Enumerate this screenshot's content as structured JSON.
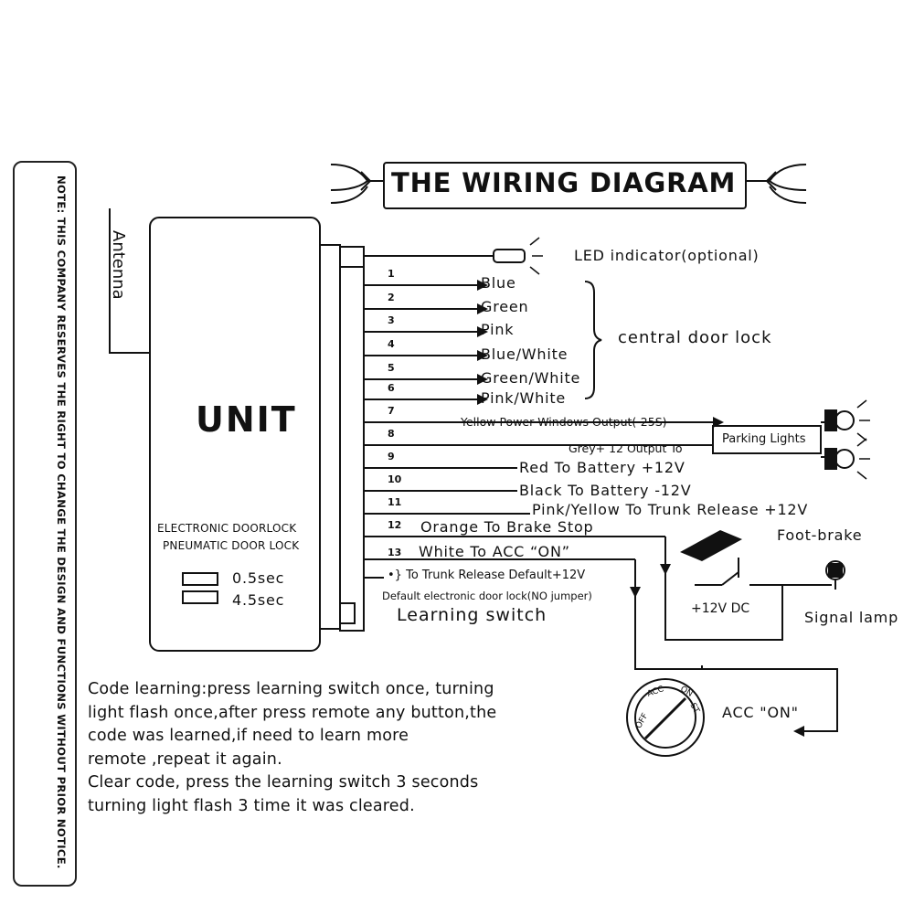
{
  "title": "THE WIRING DIAGRAM",
  "note": "NOTE: THIS COMPANY RESERVES THE RIGHT TO CHANGE THE DESIGN AND FUNCTIONS WITHOUT PRIOR NOTICE.",
  "antenna": "Antenna",
  "unit": {
    "label": "UNIT",
    "line1": "ELECTRONIC DOORLOCK",
    "line2": "PNEUMATIC DOOR LOCK",
    "jumper1": "0.5sec",
    "jumper2": "4.5sec"
  },
  "led": "LED indicator(optional)",
  "wires": [
    {
      "num": "1",
      "label": "Blue"
    },
    {
      "num": "2",
      "label": "Green"
    },
    {
      "num": "3",
      "label": "Pink"
    },
    {
      "num": "4",
      "label": "Blue/White"
    },
    {
      "num": "5",
      "label": "Green/White"
    },
    {
      "num": "6",
      "label": "Pink/White"
    },
    {
      "num": "7",
      "label": "Yellow Power Windows Output(-25S)"
    },
    {
      "num": "8",
      "label": "Grey+ 12 Output To"
    },
    {
      "num": "9",
      "label": "Red To Battery +12V"
    },
    {
      "num": "10",
      "label": "Black To Battery -12V"
    },
    {
      "num": "11",
      "label": "Pink/Yellow To Trunk Release +12V"
    },
    {
      "num": "12",
      "label": "Orange To Brake Stop"
    },
    {
      "num": "13",
      "label": "White To ACC “ON”"
    }
  ],
  "central_door_lock": "central door lock",
  "parking_lights": "Parking Lights",
  "trunk_default": "To Trunk Release Default+12V",
  "doorlock_default": "Default electronic door lock(NO jumper)",
  "learning_switch": "Learning switch",
  "foot_brake": "Foot-brake",
  "dc": "+12V DC",
  "signal_lamp": "Signal lamp",
  "acc_on": "ACC \"ON\"",
  "ignition": {
    "off": "OFF",
    "acc": "ACC",
    "on": "ON",
    "st": "ST"
  },
  "description": [
    "Code learning:press learning switch once, turning",
    "light flash once,after press remote any button,the",
    "code was learned,if need to learn more",
    "remote ,repeat it again.",
    "Clear code, press the learning switch 3 seconds",
    "turning light flash 3 time it was cleared."
  ]
}
